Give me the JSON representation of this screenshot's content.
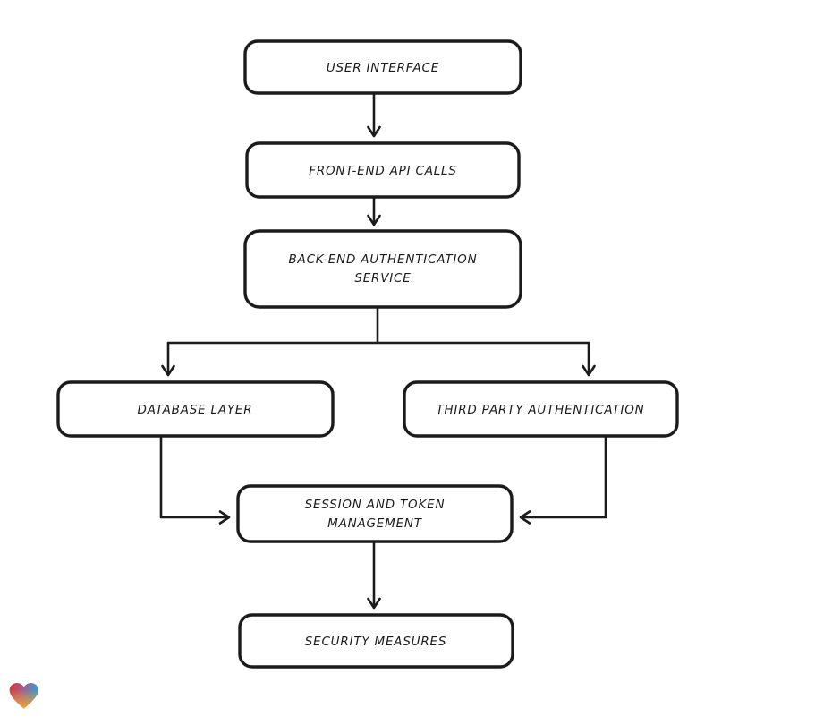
{
  "diagram": {
    "background": "#ffffff",
    "stroke_color": "#1b1b1b",
    "nodes": [
      {
        "id": "user-interface",
        "lines": [
          "USER INTERFACE"
        ]
      },
      {
        "id": "front-end-api-calls",
        "lines": [
          "FRONT-END API CALLS"
        ]
      },
      {
        "id": "back-end-authentication-service",
        "lines": [
          "BACK-END AUTHENTICATION",
          "SERVICE"
        ]
      },
      {
        "id": "database-layer",
        "lines": [
          "DATABASE LAYER"
        ]
      },
      {
        "id": "third-party-authentication",
        "lines": [
          "THIRD PARTY AUTHENTICATION"
        ]
      },
      {
        "id": "session-and-token-management",
        "lines": [
          "SESSION AND TOKEN",
          "MANAGEMENT"
        ]
      },
      {
        "id": "security-measures",
        "lines": [
          "SECURITY MEASURES"
        ]
      }
    ],
    "edges": [
      {
        "from": "user-interface",
        "to": "front-end-api-calls"
      },
      {
        "from": "front-end-api-calls",
        "to": "back-end-authentication-service"
      },
      {
        "from": "back-end-authentication-service",
        "to": "database-layer"
      },
      {
        "from": "back-end-authentication-service",
        "to": "third-party-authentication"
      },
      {
        "from": "database-layer",
        "to": "session-and-token-management"
      },
      {
        "from": "third-party-authentication",
        "to": "session-and-token-management"
      },
      {
        "from": "session-and-token-management",
        "to": "security-measures"
      }
    ],
    "logo": {
      "name": "gradient-heart-logo",
      "colors": {
        "left": "#e2302f",
        "right": "#2e9fd4",
        "bottom": "#f59d31"
      }
    }
  }
}
